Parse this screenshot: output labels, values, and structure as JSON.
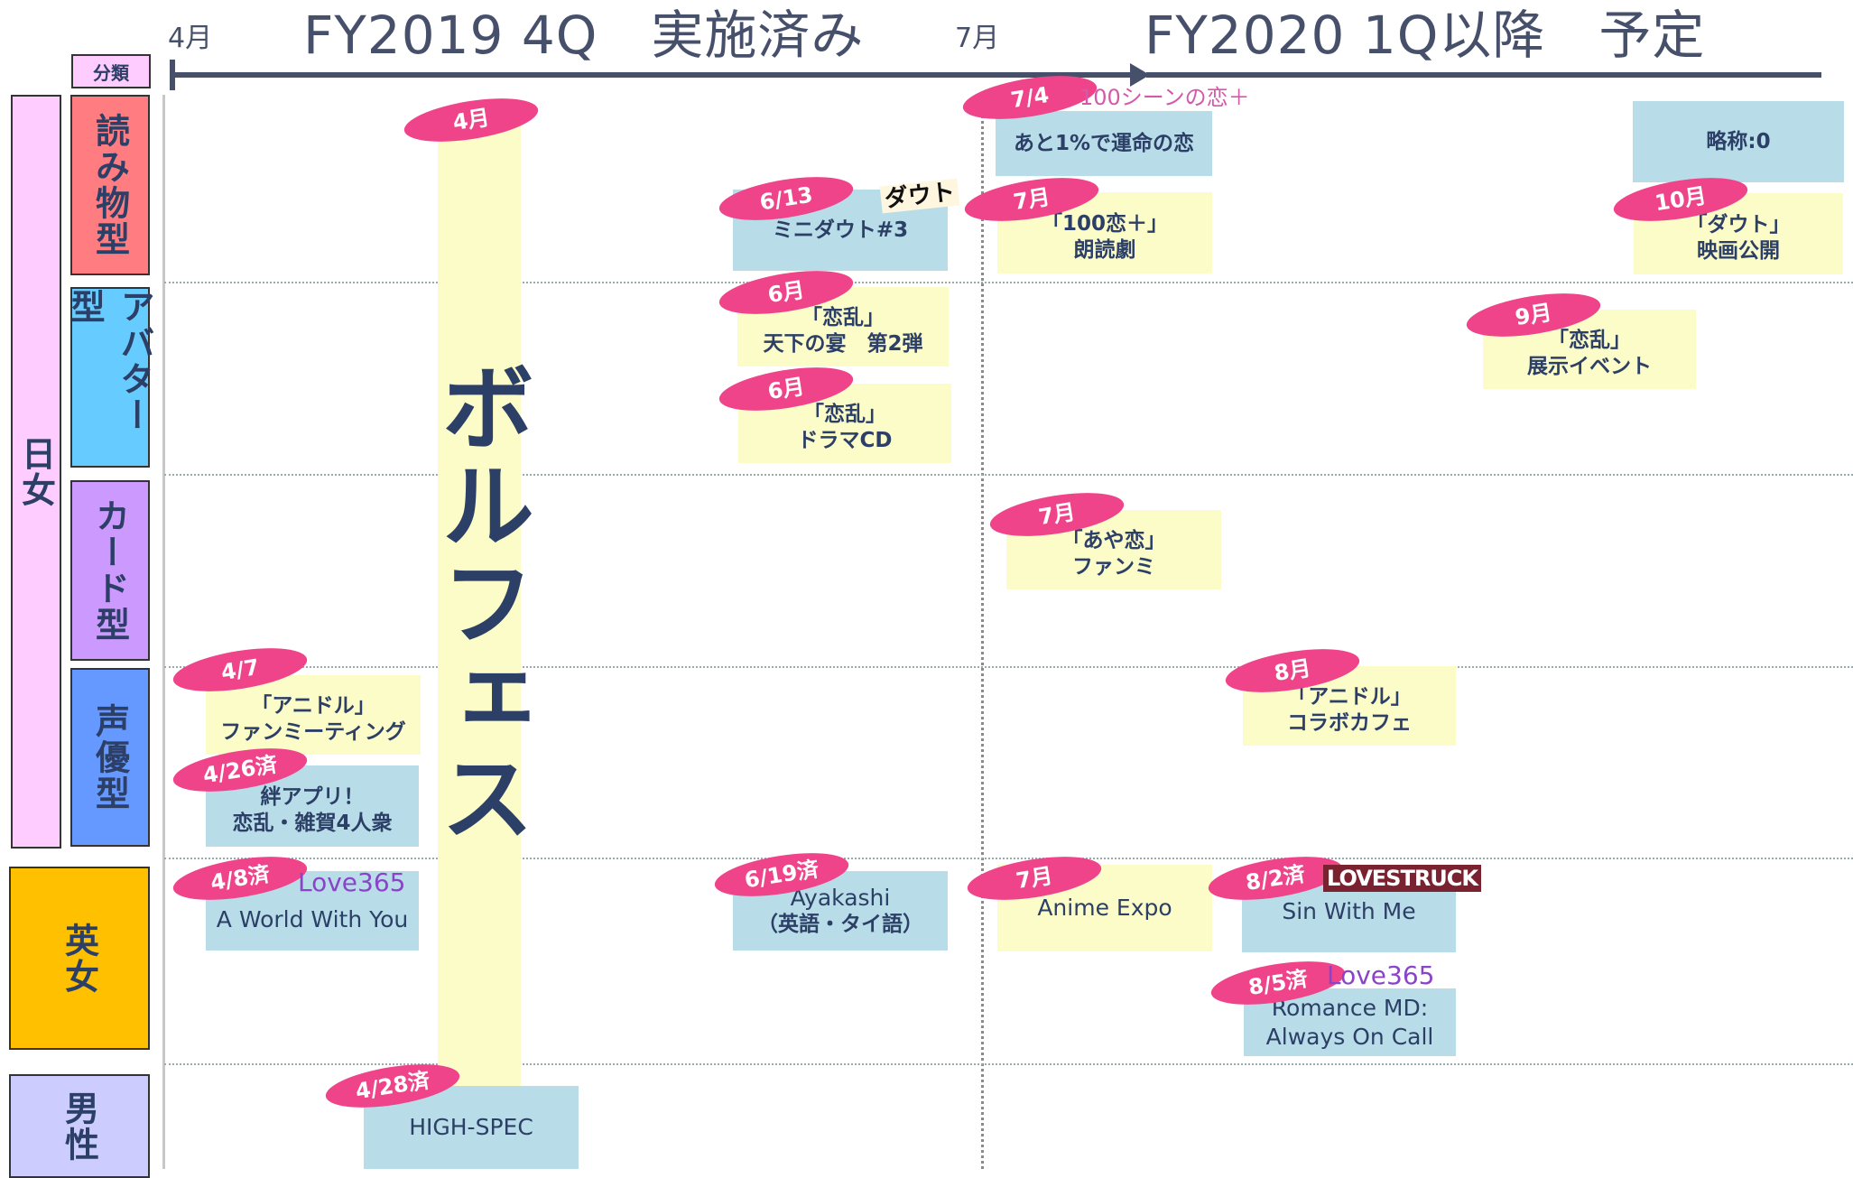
{
  "header": {
    "left_title": "FY2019 4Q　実施済み",
    "right_title": "FY2020 1Q以降　予定",
    "month_start": "4月",
    "month_mid": "7月"
  },
  "categories": {
    "bunrui": "分類",
    "nichijo": "日女",
    "yomimono": "読み物型",
    "avatar": "アバター型",
    "card": "カード型",
    "seiyu": "声優型",
    "eijo": "英女",
    "dansei": "男性"
  },
  "bolfes": {
    "date": "4月",
    "label": "ボルフェス"
  },
  "events": {
    "e_0613": {
      "date": "6/13",
      "line1": "ミニダウト#3",
      "line2": "",
      "logo": "ダウト"
    },
    "e_0704": {
      "date": "7/4",
      "line1": "あと1%で運命の恋",
      "line2": "",
      "logo": "100シーンの恋＋"
    },
    "e_ryaku": {
      "line1": "略称:0"
    },
    "e_07a": {
      "date": "7月",
      "line1": "「100恋＋」",
      "line2": "朗読劇"
    },
    "e_10": {
      "date": "10月",
      "line1": "「ダウト」",
      "line2": "映画公開"
    },
    "e_06a": {
      "date": "6月",
      "line1": "「恋乱」",
      "line2": "天下の宴　第2弾"
    },
    "e_09": {
      "date": "9月",
      "line1": "「恋乱」",
      "line2": "展示イベント"
    },
    "e_06b": {
      "date": "6月",
      "line1": "「恋乱」",
      "line2": "ドラマCD"
    },
    "e_07b": {
      "date": "7月",
      "line1": "「あや恋」",
      "line2": "ファンミ"
    },
    "e_0407": {
      "date": "4/7",
      "line1": "「アニドル」",
      "line2": "ファンミーティング"
    },
    "e_08": {
      "date": "8月",
      "line1": "「アニドル」",
      "line2": "コラボカフェ"
    },
    "e_0426": {
      "date": "4/26済",
      "line1": "絆アプリ！",
      "line2": "恋乱・雑賀4人衆"
    },
    "e_0408": {
      "date": "4/8済",
      "line1": "A World With You",
      "logo": "Love365"
    },
    "e_0619": {
      "date": "6/19済",
      "line1": "Ayakashi",
      "line2": "（英語・タイ語）"
    },
    "e_07c": {
      "date": "7月",
      "line1": "Anime Expo"
    },
    "e_0802": {
      "date": "8/2済",
      "line1": "Sin With Me",
      "logo": "LOVESTRUCK"
    },
    "e_0805": {
      "date": "8/5済",
      "line1": "Romance MD:",
      "line2": "Always On Call",
      "logo": "Love365"
    },
    "e_0428": {
      "date": "4/28済",
      "line1": "HIGH-SPEC"
    }
  },
  "colors": {
    "nichijo": "#ffccff",
    "yomimono": "#ff7c80",
    "avatar": "#66ccff",
    "card": "#cc99ff",
    "seiyu": "#6699ff",
    "eijo": "#ffc000",
    "dansei": "#ccccff",
    "tag": "#f0448a",
    "box_blue": "#b8dde8",
    "box_yellow": "#fcfcc8",
    "text": "#2c3f66"
  }
}
